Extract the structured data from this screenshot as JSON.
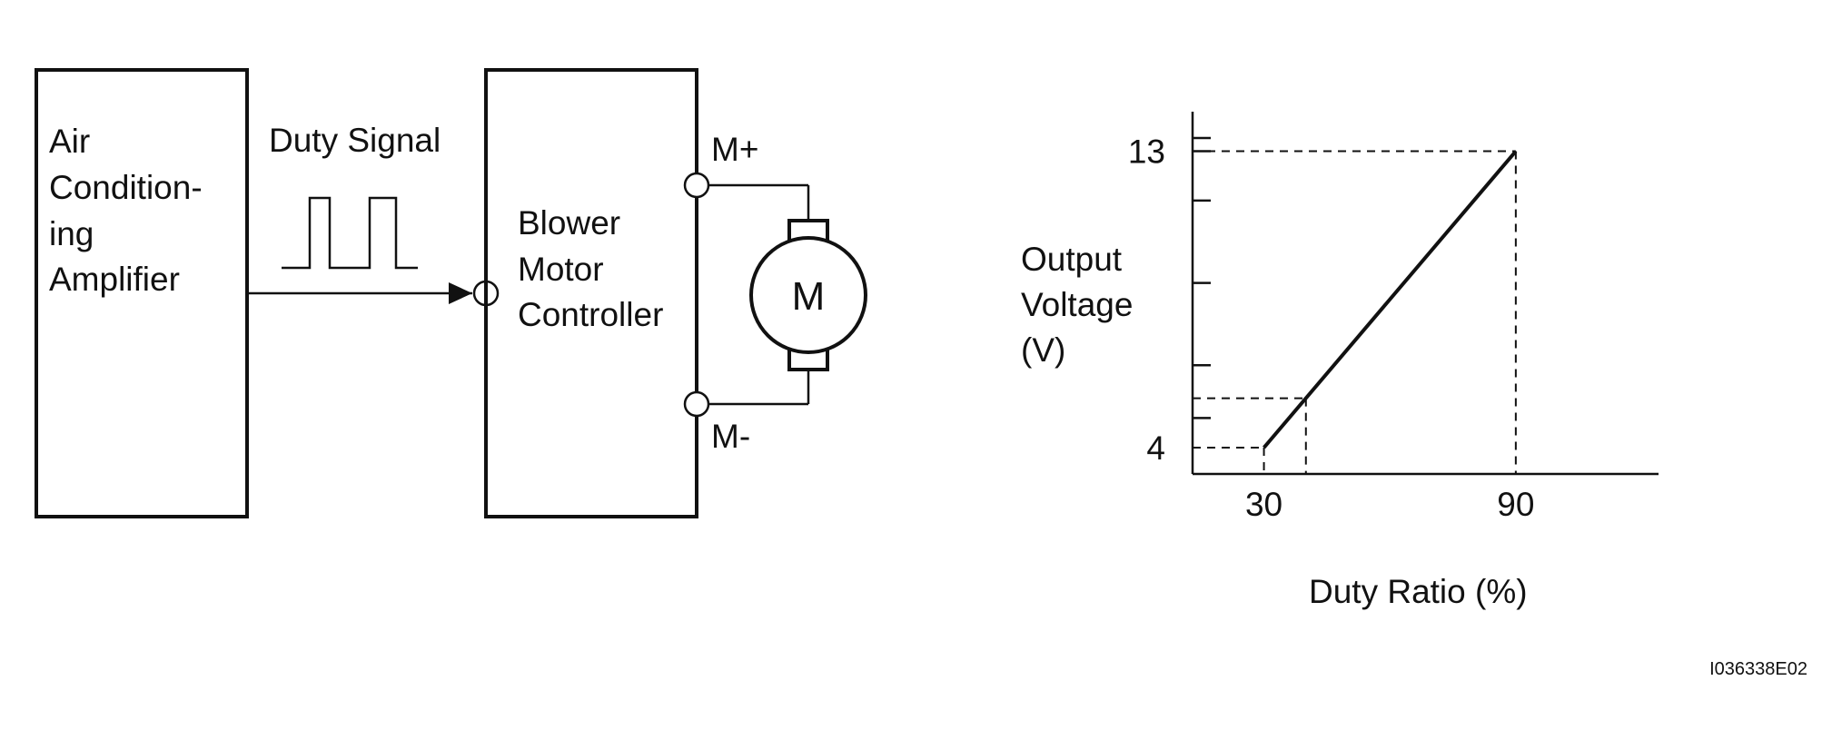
{
  "amplifier": {
    "lines": [
      "Air",
      "Condition-",
      "ing",
      "Amplifier"
    ]
  },
  "signal": {
    "label": "Duty Signal"
  },
  "controller": {
    "lines": [
      "Blower",
      "Motor",
      "Controller"
    ]
  },
  "terminals": {
    "plus": "M+",
    "minus": "M-"
  },
  "motor": {
    "label": "M"
  },
  "chart_data": {
    "type": "line",
    "ylabel": [
      "Output",
      "Voltage",
      "(V)"
    ],
    "xlabel": "Duty Ratio (%)",
    "x_ticks": [
      "30",
      "90"
    ],
    "y_ticks": [
      "4",
      "13"
    ],
    "series": [
      {
        "x": [
          30,
          90
        ],
        "y": [
          4,
          13
        ]
      }
    ],
    "reference_point": {
      "x": 40,
      "y": 5.5
    },
    "xlim": [
      13,
      124
    ],
    "ylim": [
      3.2,
      14.2
    ]
  },
  "figure_code": "I036338E02"
}
